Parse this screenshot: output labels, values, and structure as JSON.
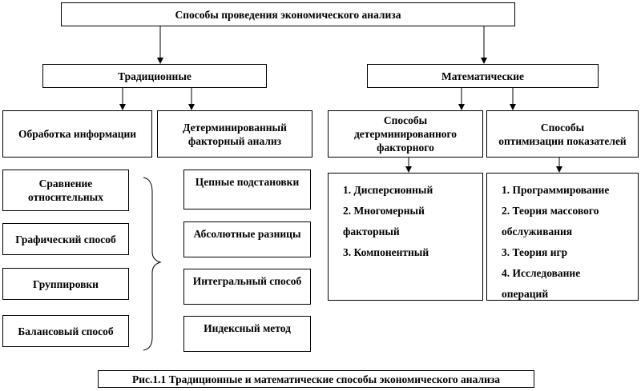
{
  "title": "Способы проведения экономического анализа",
  "traditional": "Традиционные",
  "mathematical": "Математические",
  "trad_children": {
    "info": "Обработка информации",
    "determ": [
      "Детерминированный",
      "факторный анализ"
    ]
  },
  "math_children": {
    "determ": [
      "Способы",
      "детерминированного",
      "факторного"
    ],
    "optim": [
      "Способы",
      "оптимизации показателей"
    ]
  },
  "info_methods": [
    [
      "Сравнение",
      "относительных"
    ],
    [
      "Графический способ"
    ],
    [
      "Группировки"
    ],
    [
      "Балансовый способ"
    ]
  ],
  "determ_methods": [
    "Цепные подстановки",
    "Абсолютные разницы",
    "Интегральный способ",
    "Индексный метод"
  ],
  "determ_math_list": [
    "1.  Дисперсионный",
    "2.  Многомерный",
    "факторный",
    "3.  Компонентный"
  ],
  "optim_list": [
    "1.  Программирование",
    "2.  Теория массового",
    "обслуживания",
    "3.  Теория игр",
    "4.  Исследование",
    "операций"
  ],
  "caption": "Рис.1.1 Традиционные и математические способы экономического анализа"
}
